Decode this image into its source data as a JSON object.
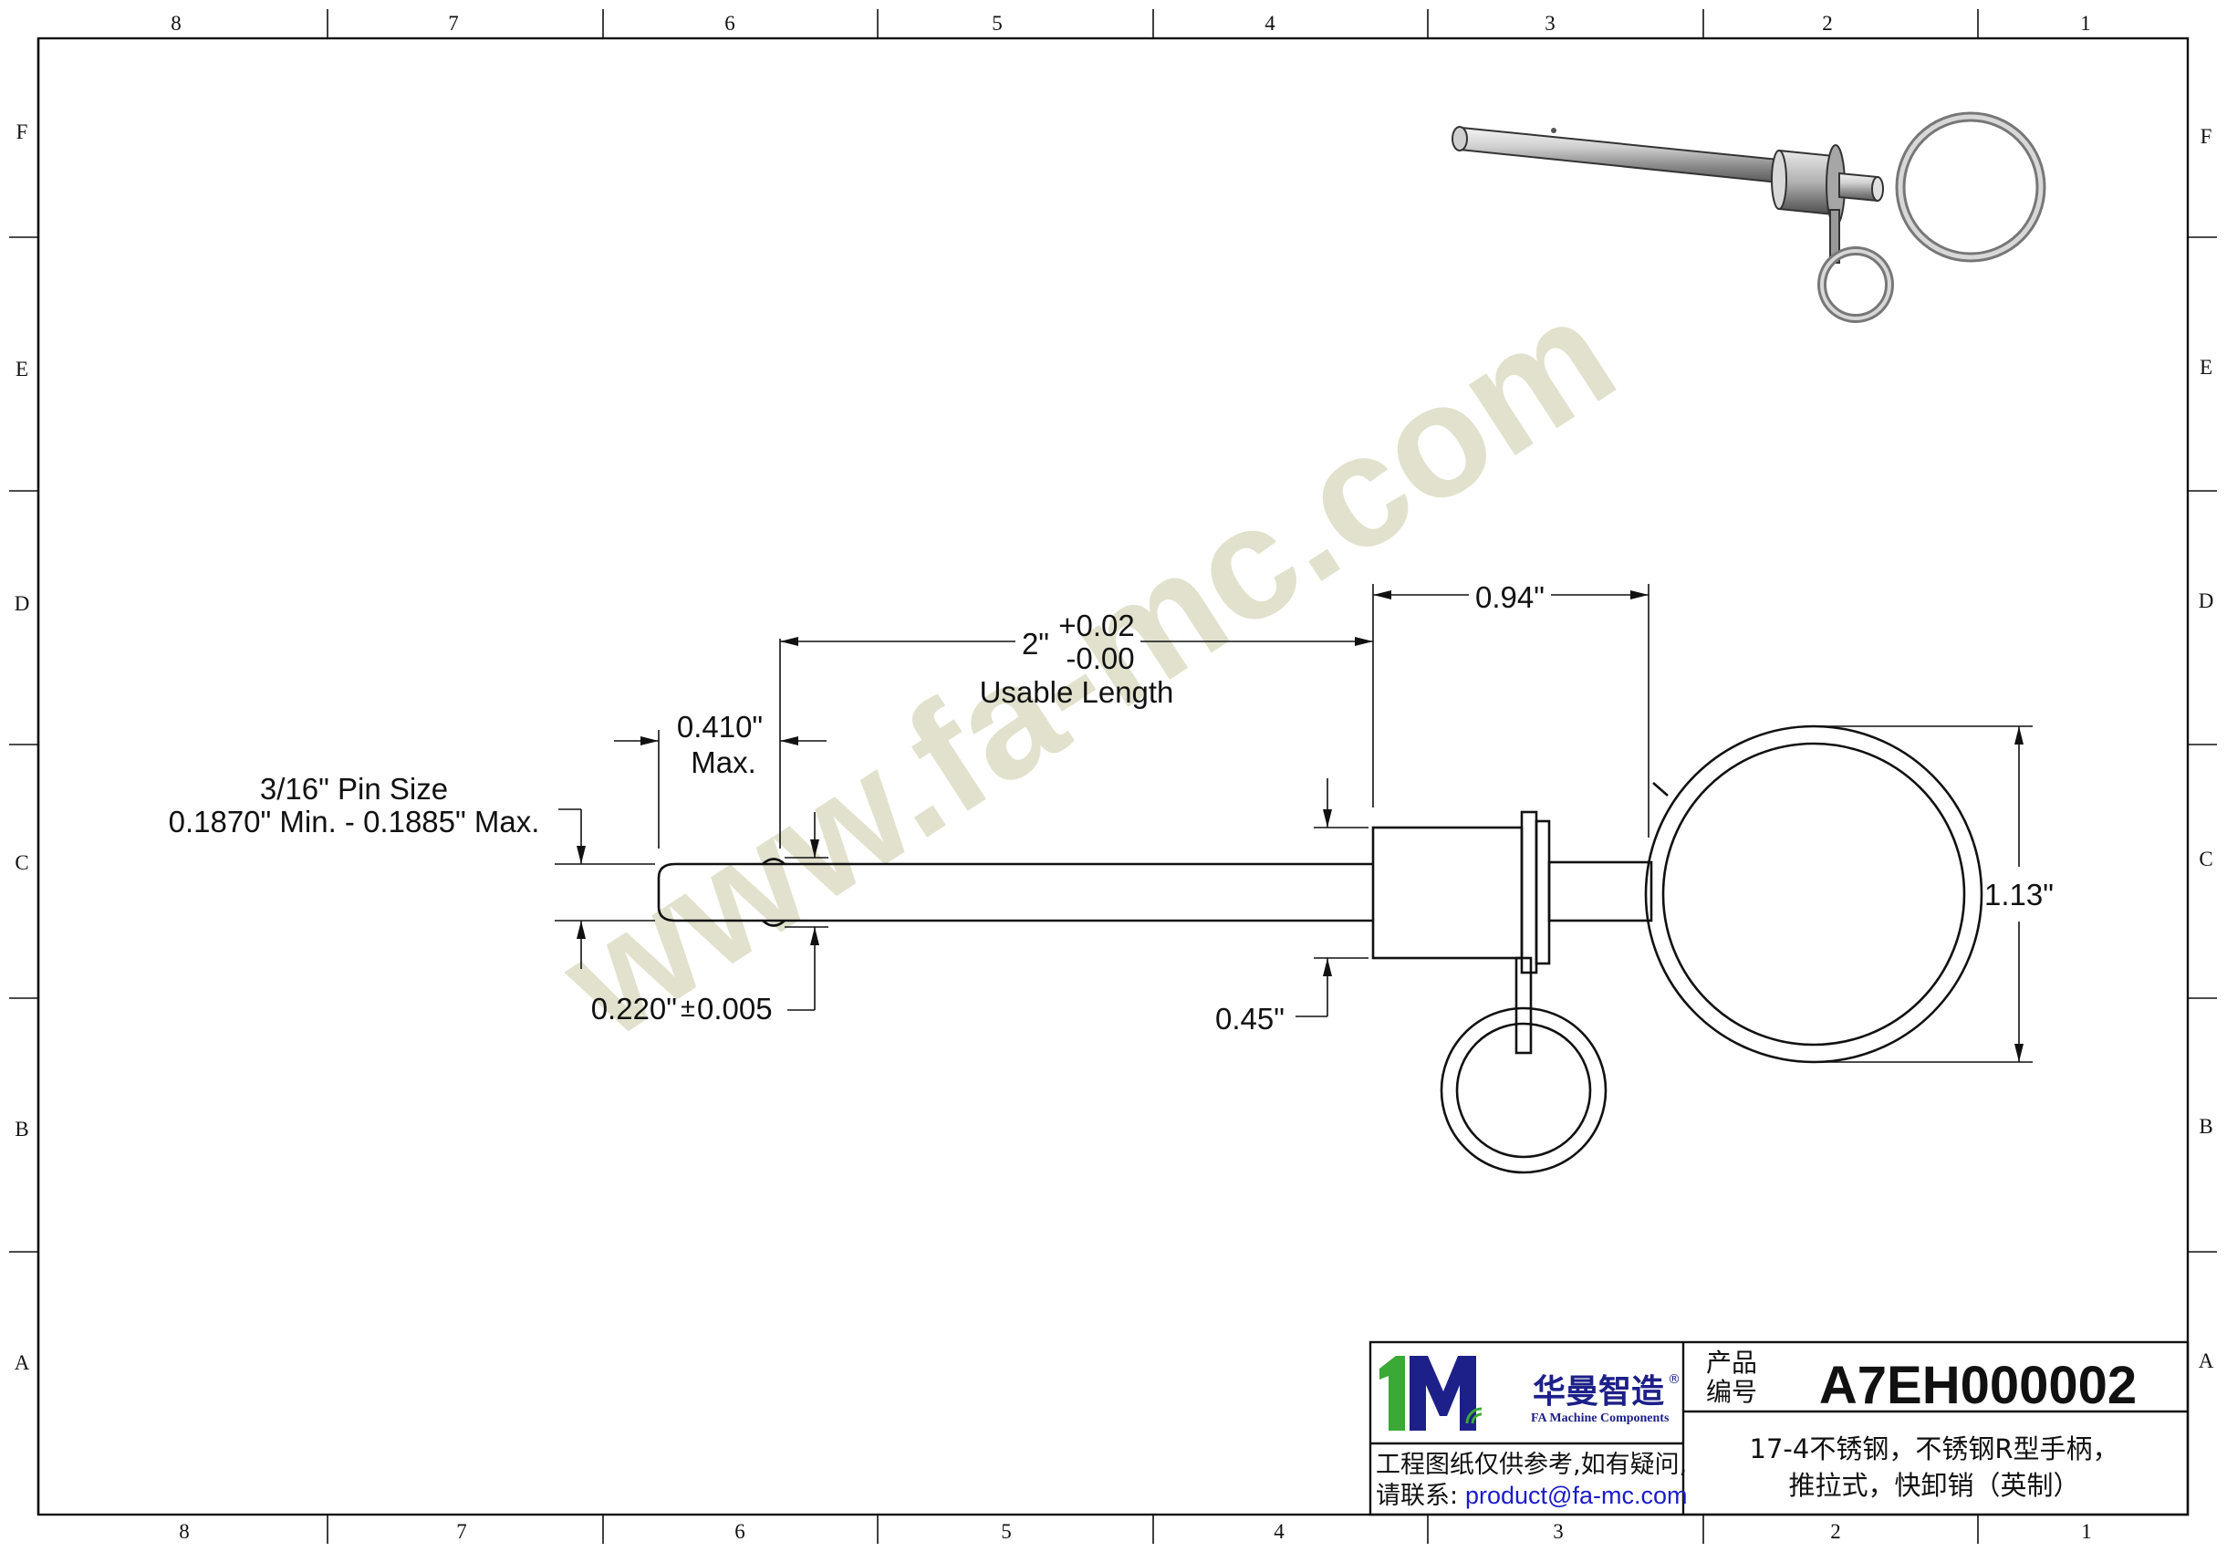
{
  "border": {
    "columns": [
      "8",
      "7",
      "6",
      "5",
      "4",
      "3",
      "2",
      "1"
    ],
    "rows": [
      "F",
      "E",
      "D",
      "C",
      "B",
      "A"
    ]
  },
  "watermark": "www.fa-mc.com",
  "dimensions": {
    "pin_size_line1": "3/16\" Pin Size",
    "pin_size_line2": "0.1870\" Min. - 0.1885\" Max.",
    "tip_length": "0.410\"",
    "tip_length_suffix": "Max.",
    "usable_length_value": "2\"",
    "usable_length_tol_plus": "+0.02",
    "usable_length_tol_minus": "-0.00",
    "usable_length_label": "Usable Length",
    "handle_length": "0.94\"",
    "ball_diameter": "0.220\"",
    "ball_tolerance_sign": "±",
    "ball_tolerance": "0.005",
    "handle_diameter": "0.45\"",
    "ring_diameter": "1.13\""
  },
  "title_block": {
    "logo_cn": "华曼智造",
    "logo_en": "FA Machine Components",
    "logo_registered": "®",
    "product_no_label_line1": "产品",
    "product_no_label_line2": "编号",
    "product_no": "A7EH000002",
    "description_line1": "17-4不锈钢，不锈钢R型手柄，",
    "description_line2": "推拉式，快卸销（英制）",
    "note_line1": "工程图纸仅供参考,如有疑问,",
    "note_line2_prefix": "请联系:",
    "contact_email": "product@fa-mc.com"
  },
  "colors": {
    "logo_blue": "#1d2088",
    "logo_green": "#3aa935",
    "email_blue": "#1a1acc",
    "watermark": "#c9c9a6"
  }
}
